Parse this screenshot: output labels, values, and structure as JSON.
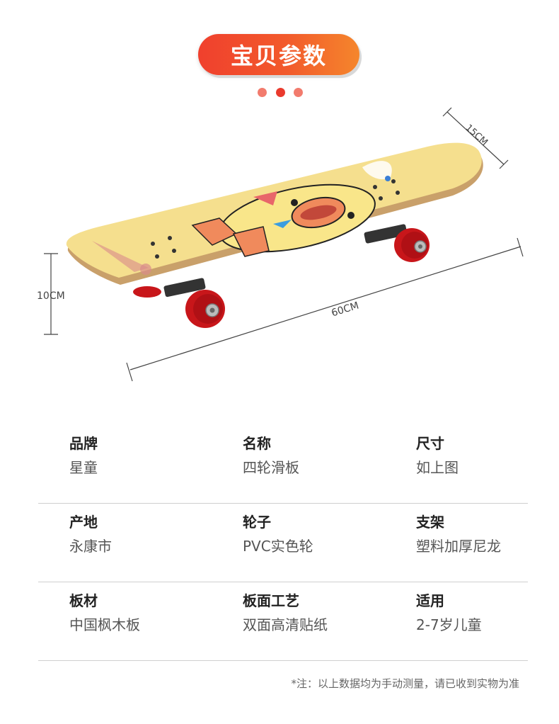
{
  "header": {
    "title": "宝贝参数"
  },
  "illustration": {
    "dim_width": "15CM",
    "dim_length": "60CM",
    "dim_height": "10CM"
  },
  "specs": [
    {
      "label": "品牌",
      "value": "星童"
    },
    {
      "label": "名称",
      "value": "四轮滑板"
    },
    {
      "label": "尺寸",
      "value": "如上图"
    },
    {
      "label": "产地",
      "value": "永康市"
    },
    {
      "label": "轮子",
      "value": "PVC实色轮"
    },
    {
      "label": "支架",
      "value": "塑料加厚尼龙"
    },
    {
      "label": "板材",
      "value": "中国枫木板"
    },
    {
      "label": "板面工艺",
      "value": "双面高清贴纸"
    },
    {
      "label": "适用",
      "value": "2-7岁儿童"
    }
  ],
  "footer": {
    "note": "*注：以上数据均为手动测量，请已收到实物为准"
  },
  "colors": {
    "accent_start": "#f0402d",
    "accent_end": "#f5862c",
    "board_yellow": "#f5df8e",
    "wheel_red": "#c8161a"
  }
}
